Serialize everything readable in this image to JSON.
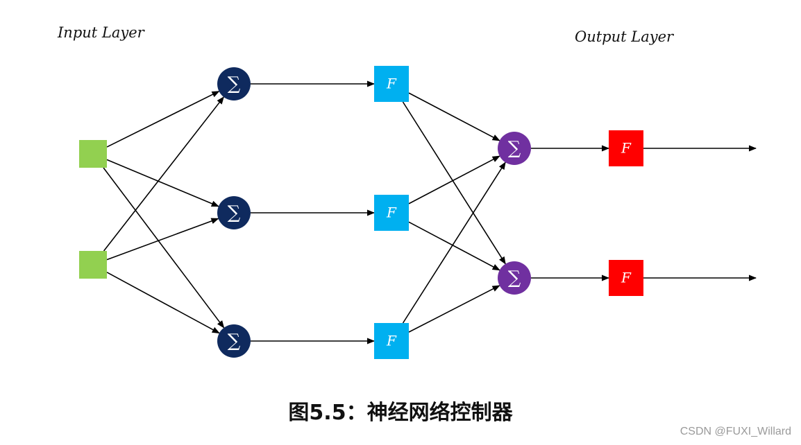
{
  "labels": {
    "input_layer": "Input Layer",
    "output_layer": "Output Layer"
  },
  "caption": "图5.5：神经网络控制器",
  "watermark": "CSDN @FUXI_Willard",
  "symbols": {
    "sum": "∑",
    "activation": "F"
  },
  "colors": {
    "input_node": "#92D050",
    "hidden_sum_node": "#0F2A5E",
    "hidden_activation_node": "#00B0F0",
    "output_sum_node": "#7030A0",
    "output_activation_node": "#FF0000",
    "edge": "#000000"
  },
  "diagram": {
    "nodes": [
      {
        "id": "in1",
        "kind": "input"
      },
      {
        "id": "in2",
        "kind": "input"
      },
      {
        "id": "h_sum1",
        "kind": "hidden_sum"
      },
      {
        "id": "h_sum2",
        "kind": "hidden_sum"
      },
      {
        "id": "h_sum3",
        "kind": "hidden_sum"
      },
      {
        "id": "h_f1",
        "kind": "hidden_activation"
      },
      {
        "id": "h_f2",
        "kind": "hidden_activation"
      },
      {
        "id": "h_f3",
        "kind": "hidden_activation"
      },
      {
        "id": "o_sum1",
        "kind": "output_sum"
      },
      {
        "id": "o_sum2",
        "kind": "output_sum"
      },
      {
        "id": "o_f1",
        "kind": "output_activation"
      },
      {
        "id": "o_f2",
        "kind": "output_activation"
      }
    ],
    "edges": [
      {
        "from": "in1",
        "to": "h_sum1"
      },
      {
        "from": "in1",
        "to": "h_sum2"
      },
      {
        "from": "in1",
        "to": "h_sum3"
      },
      {
        "from": "in2",
        "to": "h_sum1"
      },
      {
        "from": "in2",
        "to": "h_sum2"
      },
      {
        "from": "in2",
        "to": "h_sum3"
      },
      {
        "from": "h_sum1",
        "to": "h_f1"
      },
      {
        "from": "h_sum2",
        "to": "h_f2"
      },
      {
        "from": "h_sum3",
        "to": "h_f3"
      },
      {
        "from": "h_f1",
        "to": "o_sum1"
      },
      {
        "from": "h_f1",
        "to": "o_sum2"
      },
      {
        "from": "h_f2",
        "to": "o_sum1"
      },
      {
        "from": "h_f2",
        "to": "o_sum2"
      },
      {
        "from": "h_f3",
        "to": "o_sum1"
      },
      {
        "from": "h_f3",
        "to": "o_sum2"
      },
      {
        "from": "o_sum1",
        "to": "o_f1"
      },
      {
        "from": "o_sum2",
        "to": "o_f2"
      },
      {
        "from": "o_f1",
        "to": "out1"
      },
      {
        "from": "o_f2",
        "to": "out2"
      }
    ]
  }
}
